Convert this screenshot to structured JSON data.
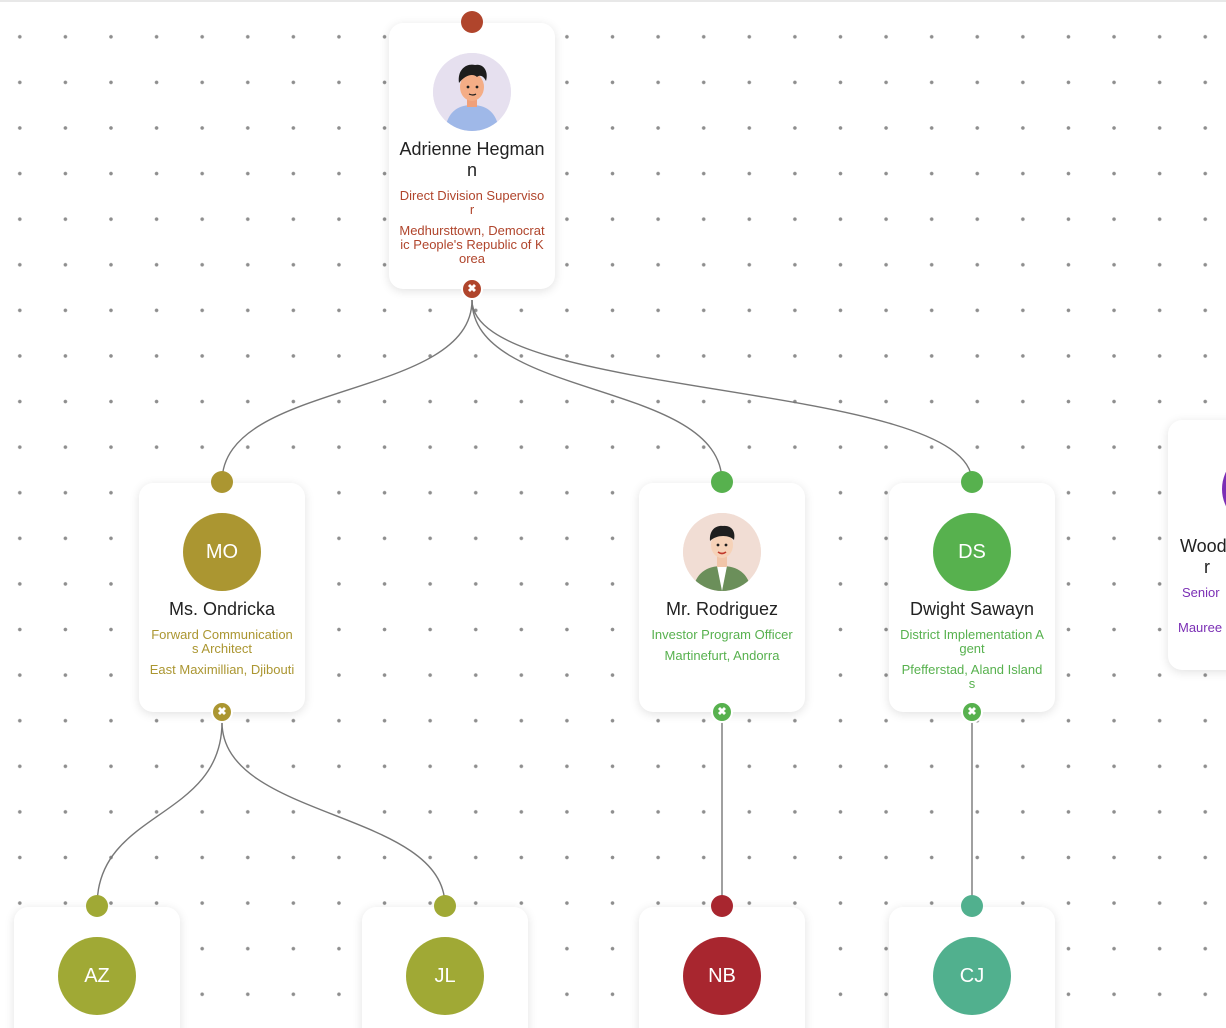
{
  "nodes": {
    "root": {
      "name": "Adrienne Hegmann",
      "title": "Direct Division Supervisor",
      "location": "Medhursttown, Democratic People's Republic of Korea",
      "color": "#b0452c",
      "avatar_icon": "man-avatar-icon"
    },
    "ondricka": {
      "initials": "MO",
      "name": "Ms. Ondricka",
      "title": "Forward Communications Architect",
      "location": "East Maximillian, Djibouti",
      "color": "#ab9631"
    },
    "rodriguez": {
      "name": "Mr. Rodriguez",
      "title": "Investor Program Officer",
      "location": "Martinefurt, Andorra",
      "color": "#57b14e",
      "avatar_icon": "man-avatar-icon"
    },
    "sawayn": {
      "initials": "DS",
      "name": "Dwight Sawayn",
      "title": "District Implementation Agent",
      "location": "Pfefferstad, Aland Islands",
      "color": "#57b14e"
    },
    "partial": {
      "name": "Wood",
      "name_line2": "r",
      "title": "Senior",
      "location": "Mauree",
      "color": "#7b2fb5"
    },
    "az": {
      "initials": "AZ",
      "color": "#a0a935"
    },
    "jl": {
      "initials": "JL",
      "color": "#a0a935"
    },
    "nb": {
      "initials": "NB",
      "color": "#a8262f"
    },
    "cj": {
      "initials": "CJ",
      "color": "#51b08e"
    }
  },
  "collapse_glyph": "✖",
  "edge_color": "#777777"
}
